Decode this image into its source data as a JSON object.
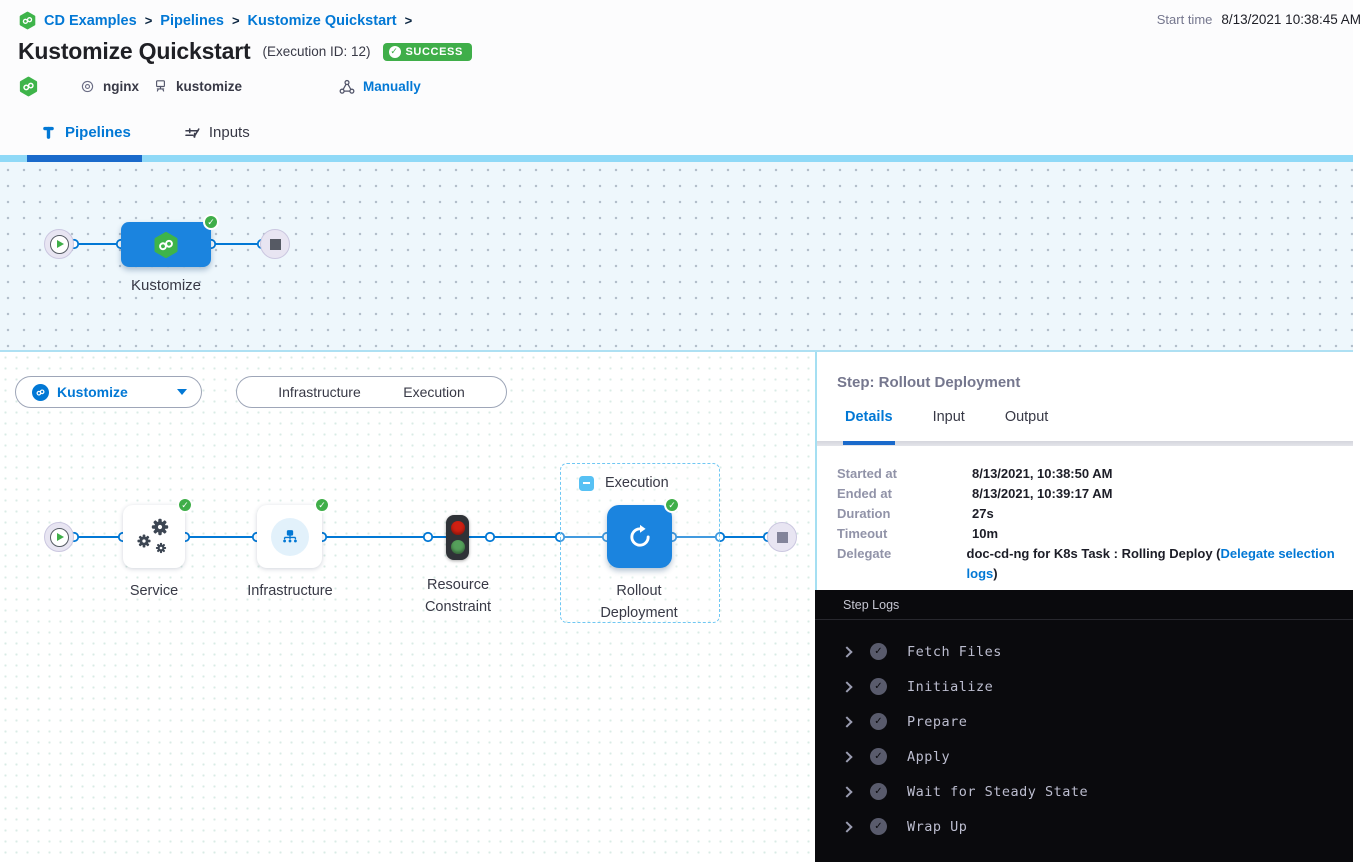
{
  "breadcrumb": {
    "separator": ">",
    "items": [
      "CD Examples",
      "Pipelines",
      "Kustomize Quickstart"
    ]
  },
  "header": {
    "title": "Kustomize Quickstart",
    "execution_id": "(Execution ID: 12)",
    "status": "SUCCESS",
    "start_time_label": "Start time",
    "start_time": "8/13/2021 10:38:45 AM",
    "tags": {
      "service": "nginx",
      "environment": "kustomize",
      "trigger": "Manually"
    }
  },
  "tabs": [
    {
      "label": "Pipelines"
    },
    {
      "label": "Inputs"
    }
  ],
  "top_graph": {
    "stage_label": "Kustomize"
  },
  "stage_bar": {
    "selected_stage": "Kustomize",
    "toggle": [
      "Infrastructure",
      "Execution"
    ]
  },
  "execution_graph": {
    "group_label": "Execution",
    "nodes": [
      {
        "label": "Service"
      },
      {
        "label": "Infrastructure"
      },
      {
        "label": "Resource Constraint"
      },
      {
        "label": "Rollout Deployment"
      }
    ]
  },
  "step_panel": {
    "title": "Step: Rollout Deployment",
    "tabs": [
      "Details",
      "Input",
      "Output"
    ],
    "details": {
      "rows": [
        {
          "label": "Started at",
          "value": "8/13/2021, 10:38:50 AM"
        },
        {
          "label": "Ended at",
          "value": "8/13/2021, 10:39:17 AM"
        },
        {
          "label": "Duration",
          "value": "27s"
        },
        {
          "label": "Timeout",
          "value": "10m"
        }
      ],
      "delegate_label": "Delegate",
      "delegate_value": "doc-cd-ng for K8s Task : Rolling Deploy (",
      "delegate_link": "Delegate selection logs",
      "delegate_close": ")"
    }
  },
  "step_logs": {
    "title": "Step Logs",
    "entries": [
      "Fetch Files",
      "Initialize",
      "Prepare",
      "Apply",
      "Wait for Steady State",
      "Wrap Up"
    ]
  },
  "glyphs": {
    "check": "✓"
  },
  "colors": {
    "accent": "#0278d5",
    "success": "#3fae49",
    "node_blue": "#1b84df",
    "sky_bar": "#8fd9f7",
    "log_bg": "#0a0a0d"
  }
}
